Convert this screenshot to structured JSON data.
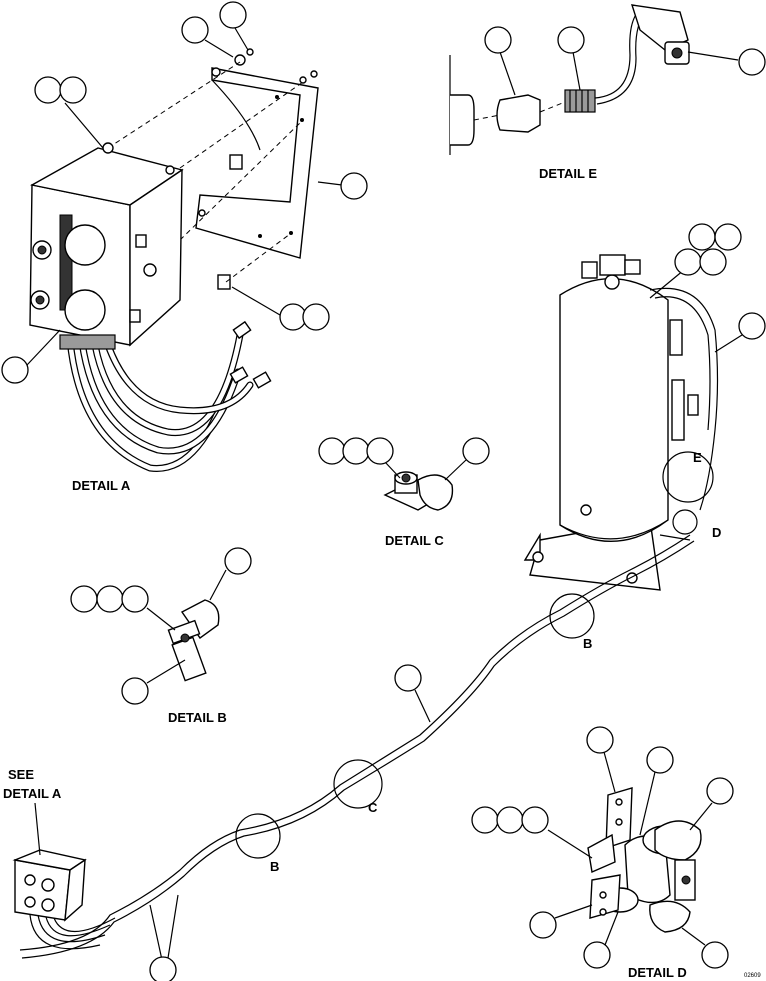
{
  "labels": {
    "detail_a": "DETAIL A",
    "detail_b": "DETAIL B",
    "detail_c": "DETAIL C",
    "detail_d": "DETAIL D",
    "detail_e": "DETAIL E",
    "see_line1": "SEE",
    "see_line2": "DETAIL A",
    "callout_b1": "B",
    "callout_b2": "B",
    "callout_c": "C",
    "callout_d": "D",
    "callout_e": "E",
    "figure_number": "02609"
  }
}
